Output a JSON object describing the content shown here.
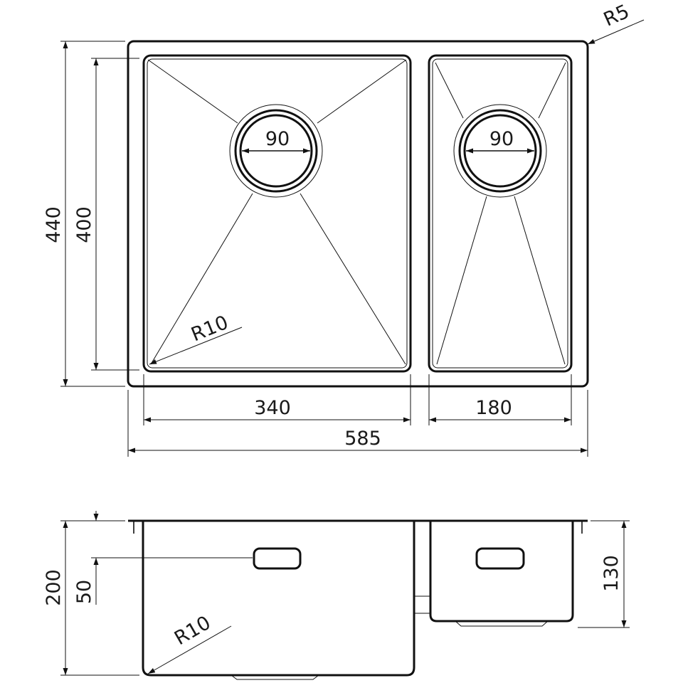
{
  "title": "Double bowl sink technical drawing",
  "colors": {
    "line": "#111111",
    "background": "#ffffff"
  },
  "top_view": {
    "overall_width": "585",
    "overall_depth": "440",
    "bowl_depth": "400",
    "left_bowl_width": "340",
    "right_bowl_width": "180",
    "left_drain": "90",
    "right_drain": "90",
    "corner_radius_outer": "R5",
    "corner_radius_bowl": "R10"
  },
  "side_view": {
    "left_depth": "200",
    "overflow_height": "50",
    "right_depth": "130",
    "corner_radius": "R10"
  }
}
